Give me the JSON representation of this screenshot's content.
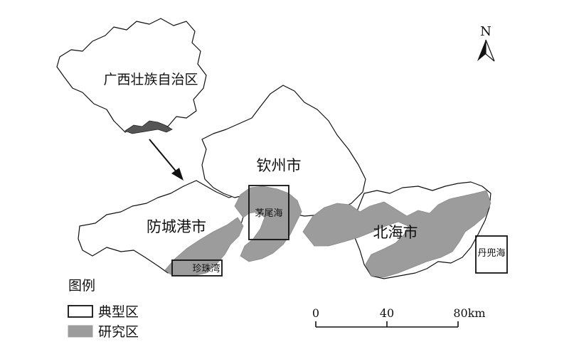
{
  "inset": {
    "label": "广西壮族自治区"
  },
  "cities": {
    "qinzhou": "钦州市",
    "fangchenggang": "防城港市",
    "beihai": "北海市"
  },
  "areas": {
    "maoweihai": "茅尾海",
    "zhenzhuwan": "珍珠湾",
    "danjihai": "丹兜海"
  },
  "legend": {
    "title": "图例",
    "typical": "典型区",
    "study": "研究区"
  },
  "scale": {
    "ticks": [
      "0",
      "40",
      "80km"
    ]
  },
  "north": {
    "label": "N"
  },
  "colors": {
    "study_fill": "#9c9c9c",
    "outline": "#111111",
    "background": "#ffffff"
  }
}
